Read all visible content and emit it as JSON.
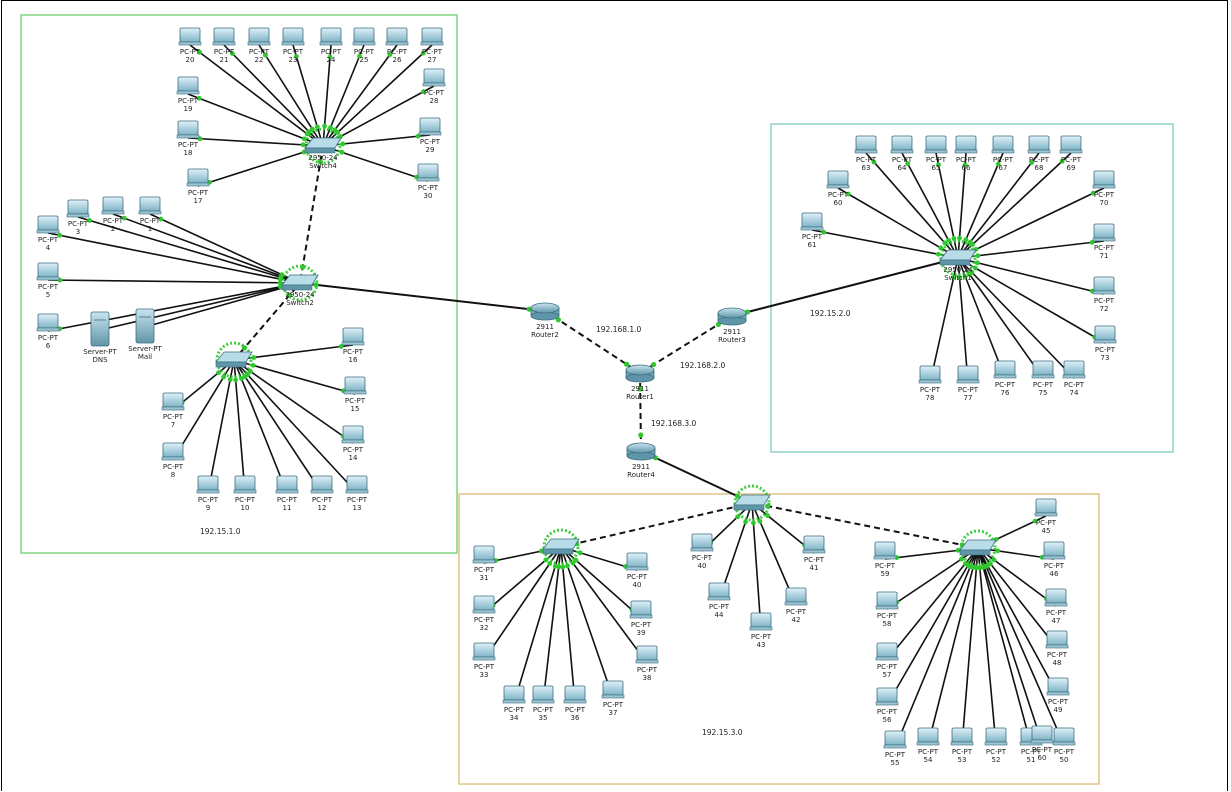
{
  "areas": {
    "left": {
      "label": "192.15.1.0",
      "color": "#7ed37e"
    },
    "right": {
      "label": "192.15.2.0",
      "color": "#8fd3c6"
    },
    "bottom": {
      "label": "192.15.3.0",
      "color": "#e3c48a"
    }
  },
  "links": {
    "r2_r1": "192.168.1.0",
    "r3_r1": "192.168.2.0",
    "r1_r4": "192.168.3.0"
  },
  "routers": {
    "router1": {
      "model": "2911",
      "name": "Router1"
    },
    "router2": {
      "model": "2911",
      "name": "Router2"
    },
    "router3": {
      "model": "2911",
      "name": "Router3"
    },
    "router4": {
      "model": "2911",
      "name": "Router4"
    }
  },
  "switches": {
    "switch1": {
      "model": "2950-24",
      "name": "Switch1"
    },
    "switch2": {
      "model": "2950-24",
      "name": "Switch2"
    },
    "switch3": {
      "model": "",
      "name": ""
    },
    "switch4": {
      "model": "2950-24",
      "name": "Switch4"
    },
    "switch5": {
      "model": "",
      "name": ""
    },
    "switch6": {
      "model": "",
      "name": ""
    },
    "switch7": {
      "model": "",
      "name": ""
    }
  },
  "servers": {
    "dns": {
      "type": "Server-PT",
      "name": "DNS"
    },
    "mail": {
      "type": "Server-PT",
      "name": "Mail"
    }
  },
  "pc_type": "PC-PT",
  "pcs": {
    "s4": [
      "20",
      "21",
      "22",
      "23",
      "24",
      "25",
      "26",
      "27",
      "28",
      "29",
      "30",
      "19",
      "18",
      "17"
    ],
    "s2": [
      "3",
      "2",
      "1",
      "4",
      "5",
      "6"
    ],
    "s3": [
      "7",
      "8",
      "9",
      "10",
      "11",
      "12",
      "13",
      "14",
      "15",
      "16"
    ],
    "s1": [
      "63",
      "64",
      "65",
      "66",
      "67",
      "68",
      "69",
      "60",
      "61",
      "70",
      "71",
      "72",
      "73",
      "74",
      "75",
      "76",
      "77",
      "78"
    ],
    "s5": [
      "31",
      "32",
      "33",
      "34",
      "35",
      "36",
      "37",
      "38",
      "39",
      "40"
    ],
    "s6": [
      "40",
      "41",
      "42",
      "43",
      "44"
    ],
    "s7": [
      "45",
      "46",
      "47",
      "48",
      "49",
      "50",
      "51",
      "52",
      "53",
      "54",
      "55",
      "56",
      "57",
      "58",
      "59",
      "60"
    ]
  },
  "colors": {
    "link": "#111111",
    "port": "#2ec82e",
    "device": "#7fb4c6"
  }
}
